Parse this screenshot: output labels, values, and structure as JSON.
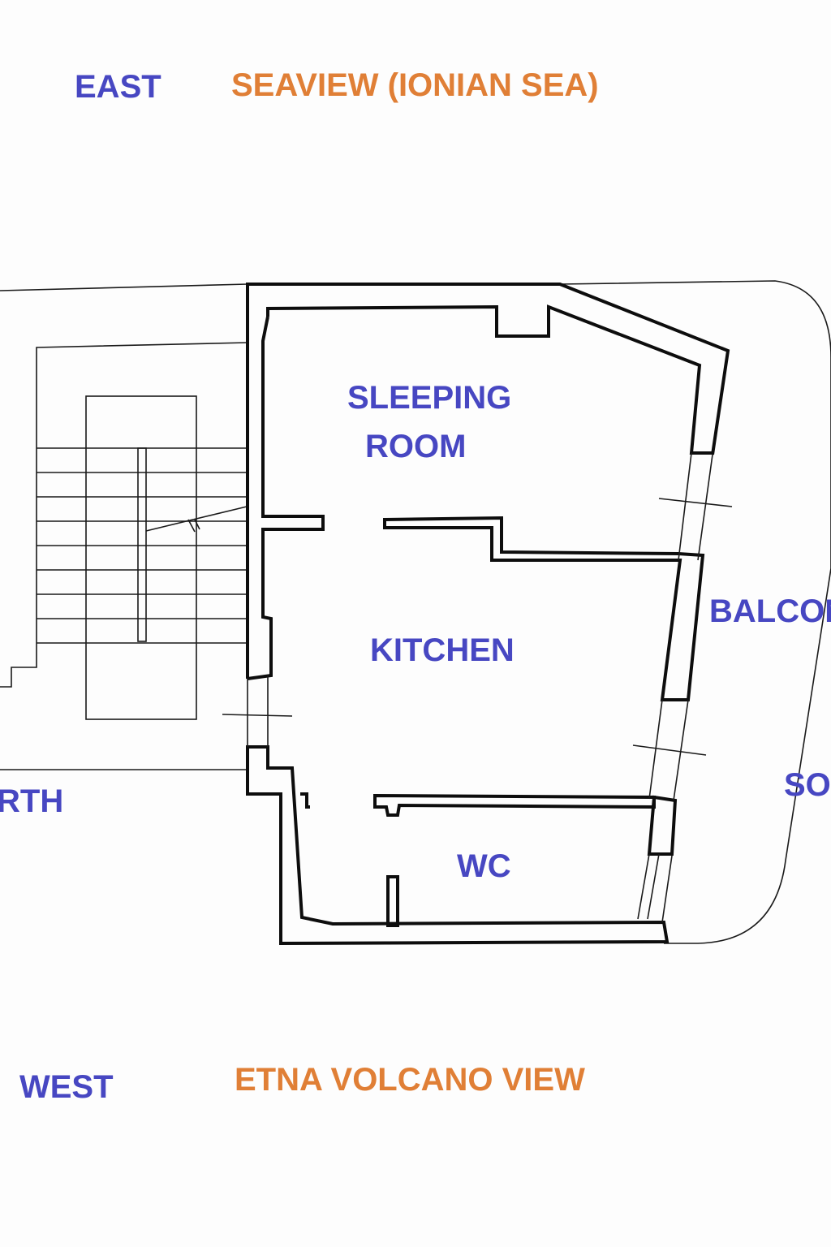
{
  "colors": {
    "room_label": "#4747c2",
    "compass_label": "#4747c2",
    "view_label": "#e07f36",
    "lines": "#0d0d0d",
    "background": "#fdfdfd"
  },
  "compass": {
    "east": "EAST",
    "west": "WEST",
    "north": "RTH",
    "south": "SO"
  },
  "views": {
    "top": "SEAVIEW (IONIAN SEA)",
    "bottom": "ETNA VOLCANO VIEW"
  },
  "rooms": {
    "sleeping_line1": "SLEEPING",
    "sleeping_line2": "ROOM",
    "kitchen": "KITCHEN",
    "wc": "WC",
    "balcony": "BALCON"
  }
}
